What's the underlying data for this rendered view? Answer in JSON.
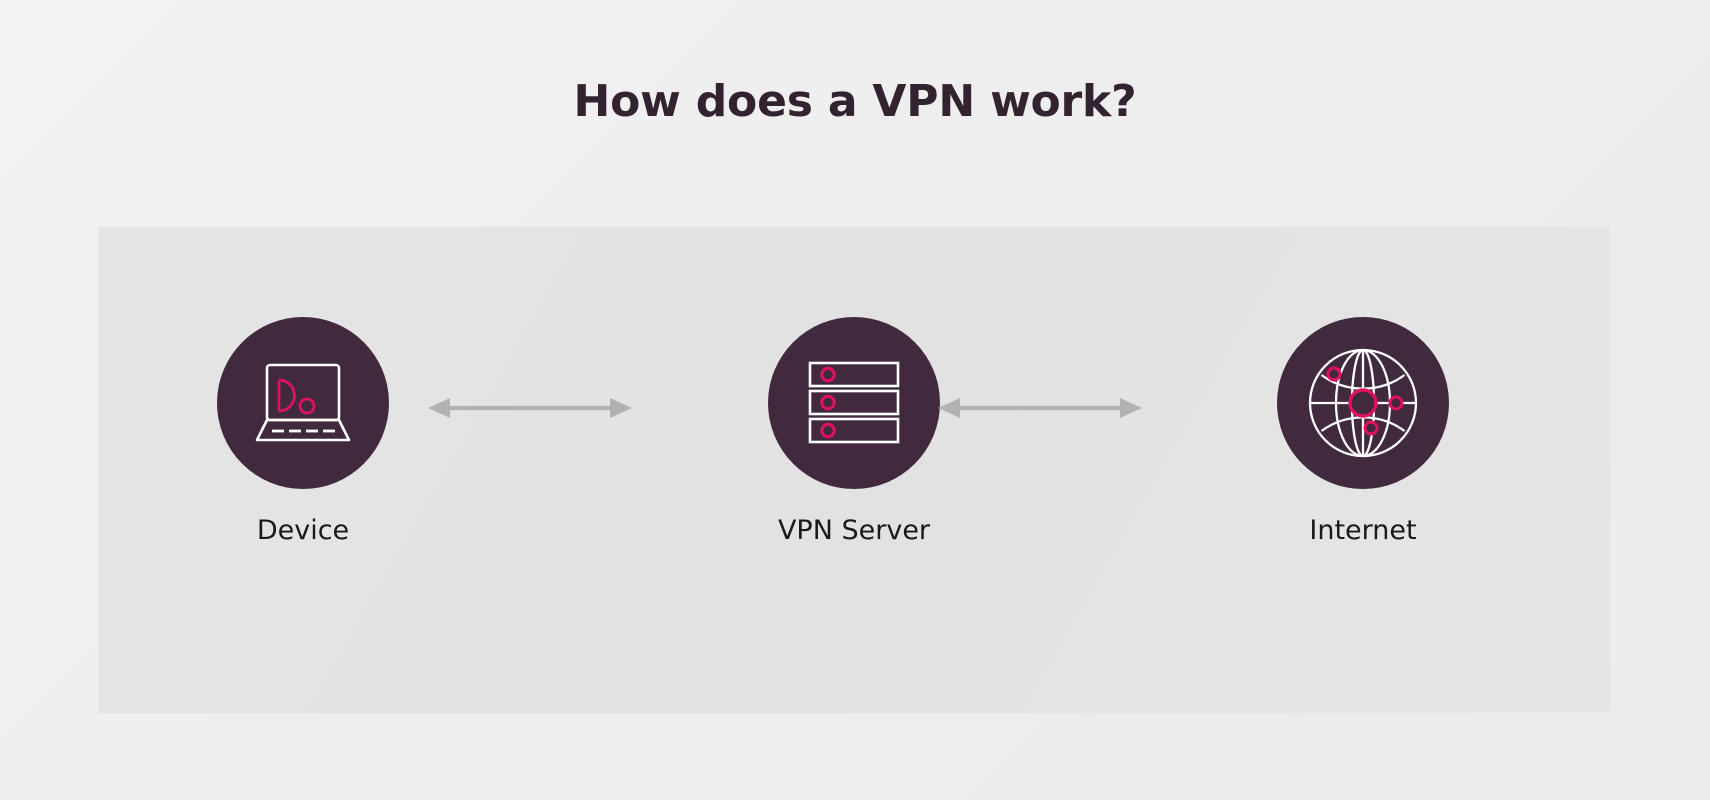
{
  "header": {
    "title": "How does a VPN work?"
  },
  "colors": {
    "page_background": "#f0f0f0",
    "panel_background": "#e4e4e4",
    "disc_fill": "#422a3e",
    "icon_stroke": "#ffffff",
    "accent_pink": "#e0115f",
    "arrow_gray": "#b2b2b2",
    "title_color": "#332330",
    "label_color": "#1a1a1a"
  },
  "diagram": {
    "nodes": [
      {
        "id": "device",
        "label": "Device",
        "icon": "laptop-icon"
      },
      {
        "id": "server",
        "label": "VPN Server",
        "icon": "server-rack-icon"
      },
      {
        "id": "internet",
        "label": "Internet",
        "icon": "globe-icon"
      }
    ],
    "connections": [
      {
        "id": "device-to-server",
        "from": "Device",
        "to": "VPN Server",
        "style": "double-arrow",
        "icon": "double-arrow-icon"
      },
      {
        "id": "server-to-internet",
        "from": "VPN Server",
        "to": "Internet",
        "style": "double-arrow",
        "icon": "double-arrow-icon"
      }
    ]
  },
  "chart_data": {
    "type": "diagram",
    "title": "How does a VPN work?",
    "nodes": [
      "Device",
      "VPN Server",
      "Internet"
    ],
    "edges": [
      {
        "source": "Device",
        "target": "VPN Server",
        "bidirectional": true
      },
      {
        "source": "VPN Server",
        "target": "Internet",
        "bidirectional": true
      }
    ]
  }
}
